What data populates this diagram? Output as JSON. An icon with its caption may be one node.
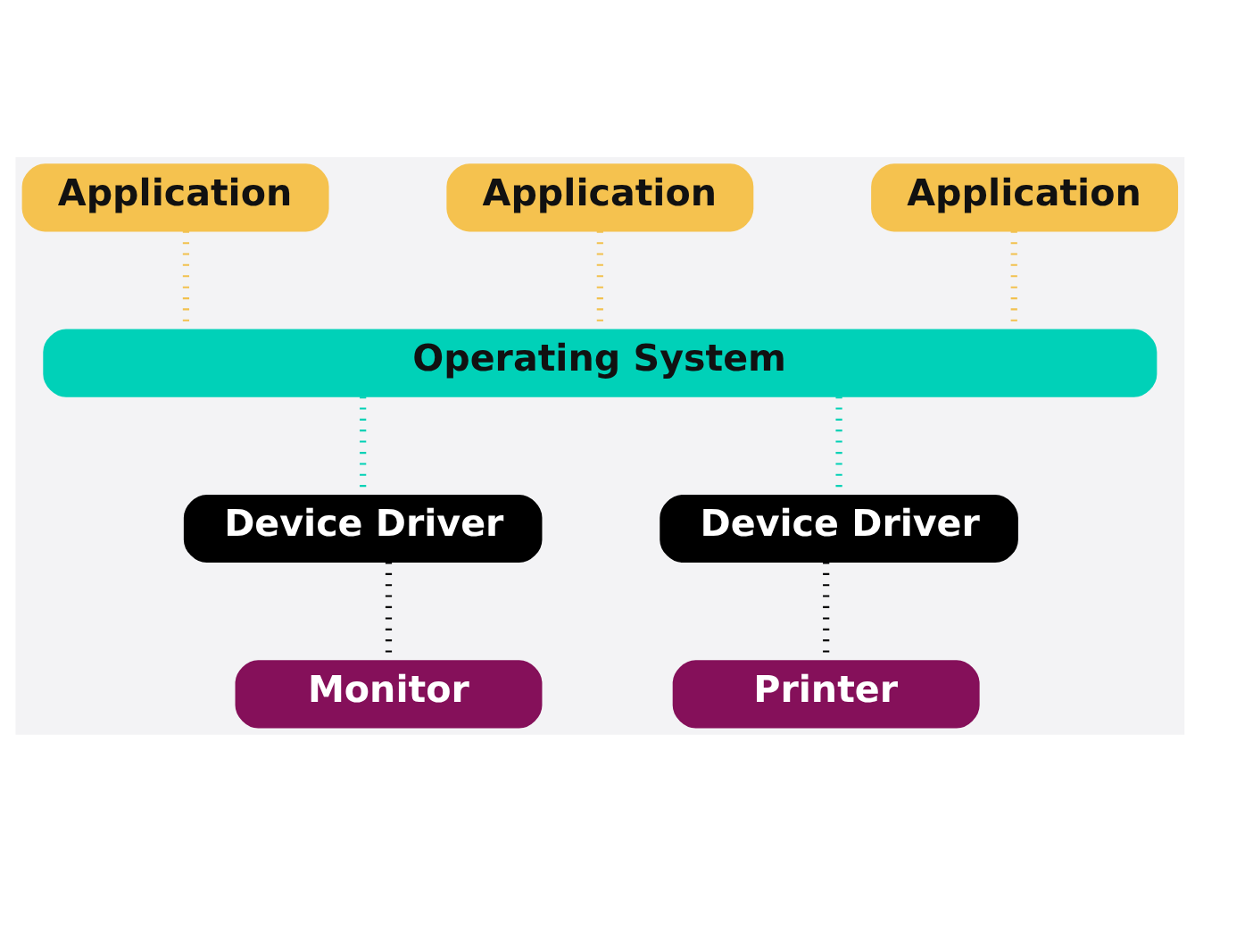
{
  "diagram": {
    "nodes": [
      {
        "text": [
          "Application"
        ]
      },
      {
        "text": [
          "Application"
        ]
      },
      {
        "text": [
          "Application"
        ]
      },
      {
        "text": [
          "Operating System"
        ]
      },
      {
        "text": [
          "Device Driver"
        ]
      },
      {
        "text": [
          "Device Driver"
        ]
      },
      {
        "text": [
          "Monitor"
        ]
      },
      {
        "text": [
          "Printer"
        ]
      }
    ],
    "edges": [
      {
        "from": 0,
        "to": 3,
        "arrow": "none",
        "style": "dashed",
        "color": "#f2c14e"
      },
      {
        "from": 1,
        "to": 3,
        "arrow": "none",
        "style": "dashed",
        "color": "#f2c14e"
      },
      {
        "from": 2,
        "to": 3,
        "arrow": "none",
        "style": "dashed",
        "color": "#f2c14e"
      },
      {
        "from": 3,
        "to": 4,
        "arrow": "none",
        "style": "dashed",
        "color": "#00d1b5"
      },
      {
        "from": 3,
        "to": 5,
        "arrow": "none",
        "style": "dashed",
        "color": "#00d1b5"
      },
      {
        "from": 4,
        "to": 6,
        "arrow": "none",
        "style": "dashed",
        "color": "#000000"
      },
      {
        "from": 5,
        "to": 7,
        "arrow": "none",
        "style": "dashed",
        "color": "#000000"
      }
    ]
  }
}
